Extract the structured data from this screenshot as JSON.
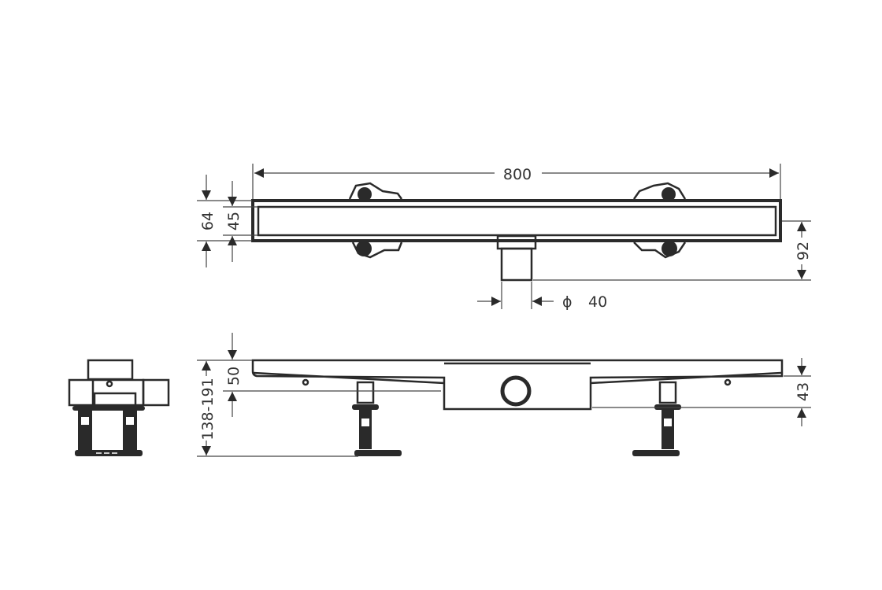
{
  "title": "Shower channel installation drawing",
  "colors": {
    "line": "#2a2a2a",
    "background": "#ffffff"
  },
  "top_view": {
    "length_label": "800",
    "total_height_label": "64",
    "inner_height_label": "45",
    "outlet_depth_label": "92",
    "outlet_diameter_symbol": "ϕ",
    "outlet_diameter_label": "40"
  },
  "side_view": {
    "channel_height_label": "50",
    "install_height_label": "138-191",
    "outlet_height_label": "43"
  }
}
